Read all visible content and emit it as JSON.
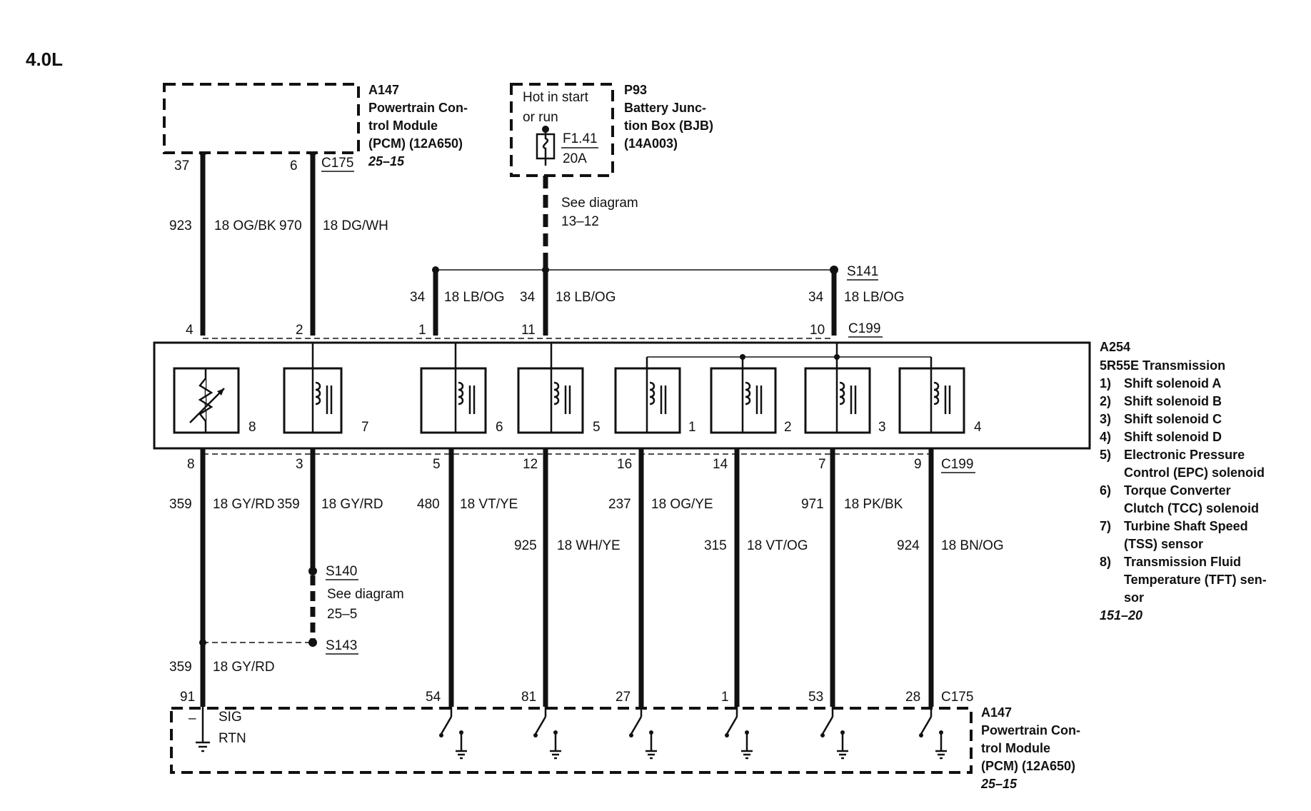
{
  "title": "4.0L",
  "pcm_top": {
    "id": "A147",
    "name_lines": [
      "Powertrain Con-",
      "trol Module",
      "(PCM) (12A650)"
    ],
    "ref": "25–15"
  },
  "bjb": {
    "id": "P93",
    "name_lines": [
      "Battery Junc-",
      "tion Box (BJB)",
      "(14A003)"
    ],
    "hot_lines": [
      "Hot in start",
      "or run"
    ],
    "fuse": "F1.41",
    "amps": "20A",
    "see_lines": [
      "See diagram",
      "13–12"
    ]
  },
  "transmission": {
    "id": "A254",
    "name": "5R55E Transmission",
    "legend": [
      {
        "num": "1)",
        "lines": [
          "Shift solenoid A"
        ]
      },
      {
        "num": "2)",
        "lines": [
          "Shift solenoid B"
        ]
      },
      {
        "num": "3)",
        "lines": [
          "Shift solenoid C"
        ]
      },
      {
        "num": "4)",
        "lines": [
          "Shift solenoid D"
        ]
      },
      {
        "num": "5)",
        "lines": [
          "Electronic Pressure",
          "Control (EPC) solenoid"
        ]
      },
      {
        "num": "6)",
        "lines": [
          "Torque Converter",
          "Clutch (TCC) solenoid"
        ]
      },
      {
        "num": "7)",
        "lines": [
          "Turbine Shaft Speed",
          "(TSS) sensor"
        ]
      },
      {
        "num": "8)",
        "lines": [
          "Transmission Fluid",
          "Temperature (TFT) sen-",
          "sor"
        ]
      }
    ],
    "ref": "151–20",
    "component_numbers": [
      "8",
      "7",
      "6",
      "5",
      "1",
      "2",
      "3",
      "4"
    ]
  },
  "pcm_bottom": {
    "id": "A147",
    "name_lines": [
      "Powertrain Con-",
      "trol Module",
      "(PCM) (12A650)"
    ],
    "ref": "25–15",
    "sig": "SIG",
    "rtn": "RTN",
    "minus": "–"
  },
  "connectors": {
    "c175_top": "C175",
    "c199_top": "C199",
    "c199_bottom": "C199",
    "c175_bottom": "C175"
  },
  "splices": {
    "s141": "S141",
    "s140": "S140",
    "s143": "S143",
    "s140_see": [
      "See diagram",
      "25–5"
    ]
  },
  "top_wires": [
    {
      "pin_pcm": "37",
      "circuit": "923",
      "color": "18 OG/BK",
      "pin_c199": "4"
    },
    {
      "pin_pcm": "6",
      "circuit": "970",
      "color": "18 DG/WH",
      "pin_c199": "2"
    }
  ],
  "power_wires": [
    {
      "circuit": "34",
      "color": "18 LB/OG",
      "pin_c199": "1"
    },
    {
      "circuit": "34",
      "color": "18 LB/OG",
      "pin_c199": "11"
    },
    {
      "circuit": "34",
      "color": "18 LB/OG",
      "pin_c199": "10"
    }
  ],
  "bottom_wires": [
    {
      "pin_c199": "8",
      "circuit": "359",
      "color": "18 GY/RD",
      "pin_pcm": ""
    },
    {
      "pin_c199": "3",
      "circuit": "359",
      "color": "18 GY/RD",
      "pin_pcm": ""
    },
    {
      "pin_c199": "5",
      "circuit": "480",
      "color": "18 VT/YE",
      "pin_pcm": "54"
    },
    {
      "pin_c199": "12",
      "circuit": "925",
      "color": "18 WH/YE",
      "pin_pcm": "81"
    },
    {
      "pin_c199": "16",
      "circuit": "237",
      "color": "18 OG/YE",
      "pin_pcm": "27"
    },
    {
      "pin_c199": "14",
      "circuit": "315",
      "color": "18 VT/OG",
      "pin_pcm": "1"
    },
    {
      "pin_c199": "7",
      "circuit": "971",
      "color": "18 PK/BK",
      "pin_pcm": "53"
    },
    {
      "pin_c199": "9",
      "circuit": "924",
      "color": "18 BN/OG",
      "pin_pcm": "28"
    }
  ],
  "gy_rd_merged": {
    "circuit": "359",
    "color": "18 GY/RD",
    "pin_pcm": "91"
  }
}
